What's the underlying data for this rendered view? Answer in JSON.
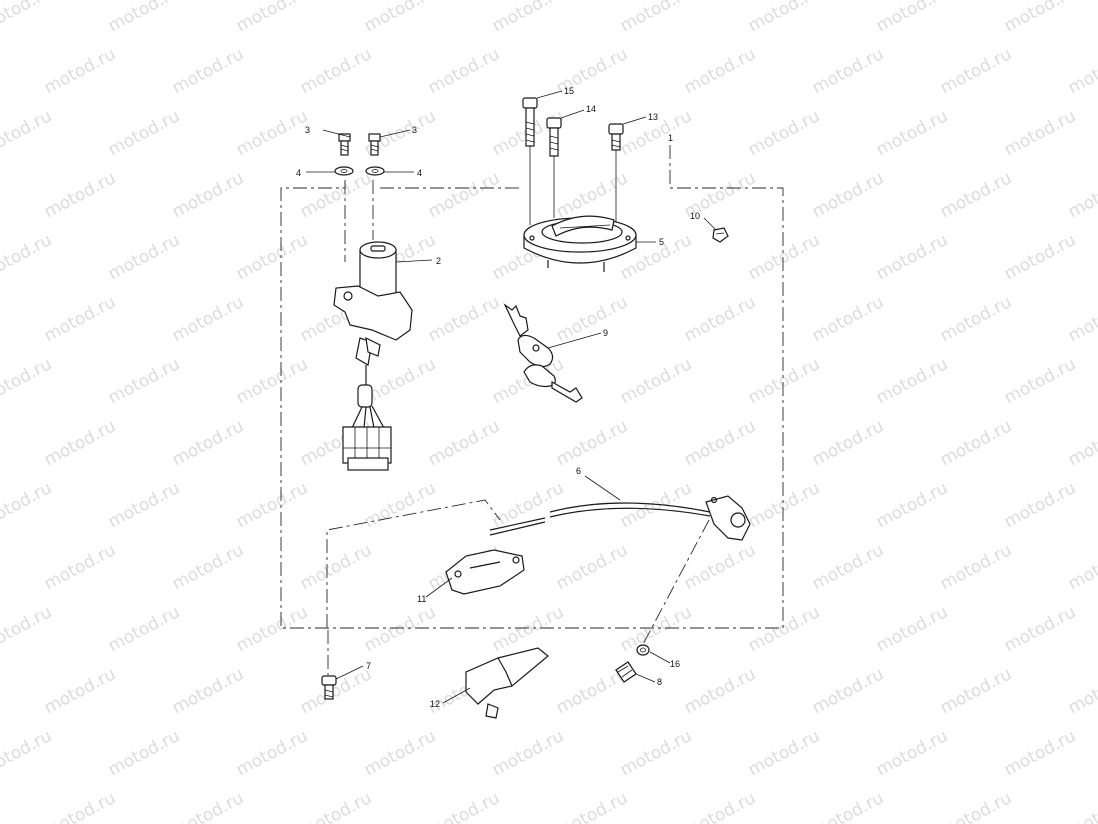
{
  "watermark": {
    "text": "motod.ru",
    "color": "#dcdcdc"
  },
  "callouts": {
    "c1": "1",
    "c2": "2",
    "c3a": "3",
    "c3b": "3",
    "c4a": "4",
    "c4b": "4",
    "c5": "5",
    "c6": "6",
    "c7": "7",
    "c8": "8",
    "c9": "9",
    "c10": "10",
    "c11": "11",
    "c12": "12",
    "c13": "13",
    "c14": "14",
    "c15": "15",
    "c16": "16"
  },
  "colors": {
    "line": "#1a1a1a",
    "background": "#ffffff"
  }
}
